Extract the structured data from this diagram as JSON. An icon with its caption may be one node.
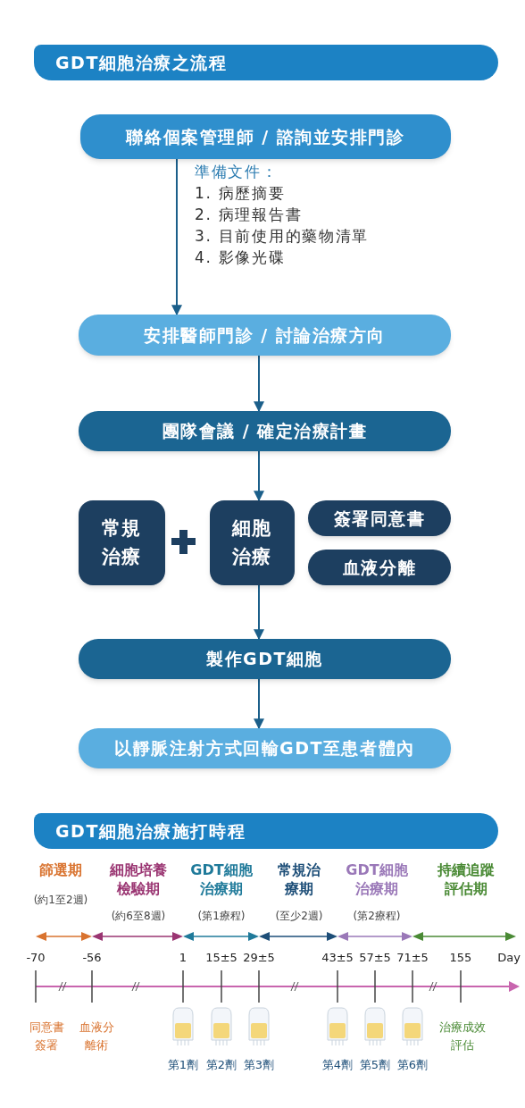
{
  "diagram": {
    "nodes": [
      {
        "text": [
          "GDT細胞治療之流程"
        ]
      },
      {
        "text": [
          "聯絡個案管理師 / 諮詢並安排門診"
        ]
      },
      {
        "text": [
          "安排醫師門診 / 討論治療方向"
        ]
      },
      {
        "text": [
          "團隊會議 / 確定治療計畫"
        ]
      },
      {
        "text": [
          "常規治療"
        ]
      },
      {
        "text": [
          "細胞治療"
        ]
      },
      {
        "text": [
          "簽署同意書"
        ]
      },
      {
        "text": [
          "血液分離"
        ]
      },
      {
        "text": [
          "製作GDT細胞"
        ]
      },
      {
        "text": [
          "以靜脈注射方式回輸GDT至患者體內"
        ]
      },
      {
        "text": [
          "GDT細胞治療施打時程"
        ]
      }
    ],
    "edges": [
      {
        "from": 1,
        "to": 2,
        "arrow": "to"
      },
      {
        "from": 2,
        "to": 3,
        "arrow": "to"
      },
      {
        "from": 3,
        "to": 5,
        "arrow": "to"
      },
      {
        "from": 5,
        "to": 8,
        "arrow": "to"
      },
      {
        "from": 8,
        "to": 9,
        "arrow": "to"
      }
    ],
    "labels": [
      "準備文件：",
      "1. 病歷摘要",
      "2. 病理報告書",
      "3. 目前使用的藥物清單",
      "4. 影像光碟",
      "篩選期",
      "(約1至2週)",
      "細胞培養檢驗期",
      "(約6至8週)",
      "GDT細胞治療期",
      "(第1療程)",
      "常規治療期",
      "(至少2週)",
      "GDT細胞治療期",
      "(第2療程)",
      "持續追蹤評估期",
      "-70",
      "-56",
      "1",
      "15±5",
      "29±5",
      "43±5",
      "57±5",
      "71±5",
      "155",
      "Day",
      "同意書簽署",
      "血液分離術",
      "第1劑",
      "第2劑",
      "第3劑",
      "第4劑",
      "第5劑",
      "第6劑",
      "治療成效評估"
    ]
  }
}
